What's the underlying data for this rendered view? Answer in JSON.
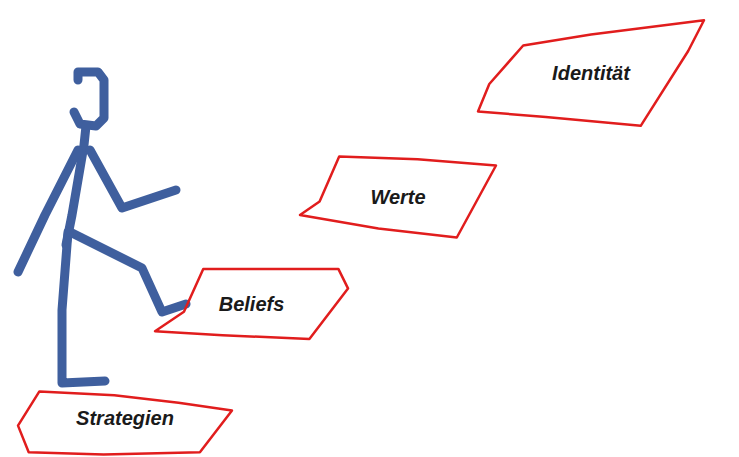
{
  "diagram": {
    "nodes": [
      {
        "text": [
          "Identität"
        ]
      },
      {
        "text": [
          "Werte"
        ]
      },
      {
        "text": [
          "Beliefs"
        ]
      },
      {
        "text": [
          "Strategien"
        ]
      }
    ]
  }
}
